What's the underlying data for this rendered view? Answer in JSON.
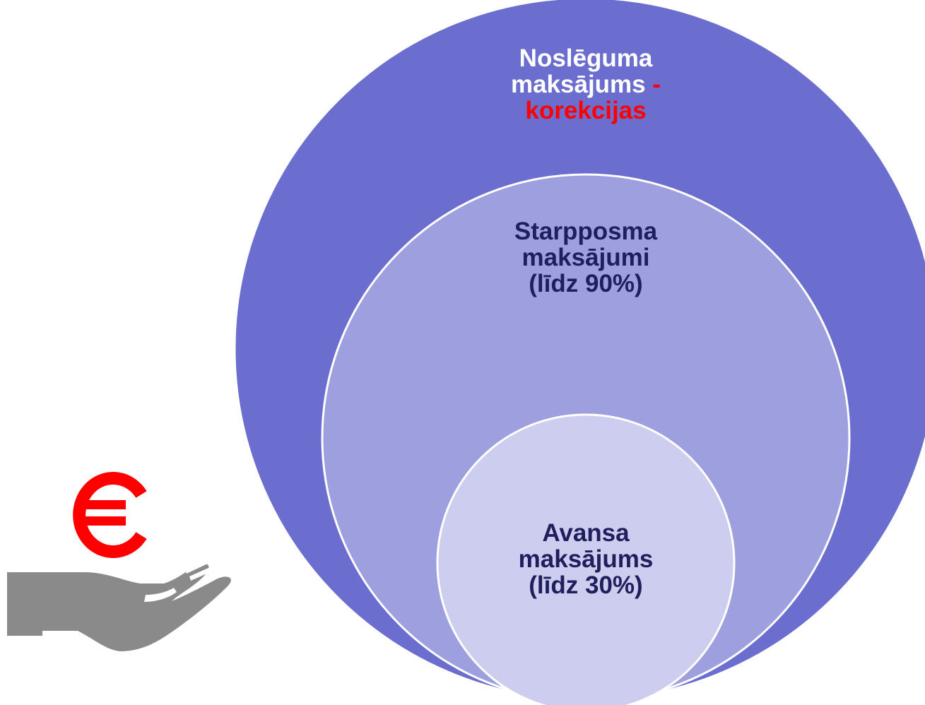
{
  "colors": {
    "outer_circle": "#6b6dcf",
    "middle_circle": "#9e9fde",
    "inner_circle": "#cdcdef",
    "circle_border": "#ffffff",
    "accent": "#ff0000",
    "dark_text": "#1f1f5e",
    "hand": "#8a8a8a",
    "euro": "#ff0000"
  },
  "icons": [
    "euro-icon",
    "open-hand-icon"
  ],
  "circles": {
    "outer": {
      "line1": "Noslēguma",
      "line2": "maksājums",
      "line2_suffix": "-",
      "line3": "korekcijas"
    },
    "middle": {
      "line1": "Starpposma",
      "line2": "maksājumi",
      "line3": "(līdz 90%)"
    },
    "inner": {
      "line1": "Avansa",
      "line2": "maksājums",
      "line3": "(līdz 30%)"
    }
  }
}
